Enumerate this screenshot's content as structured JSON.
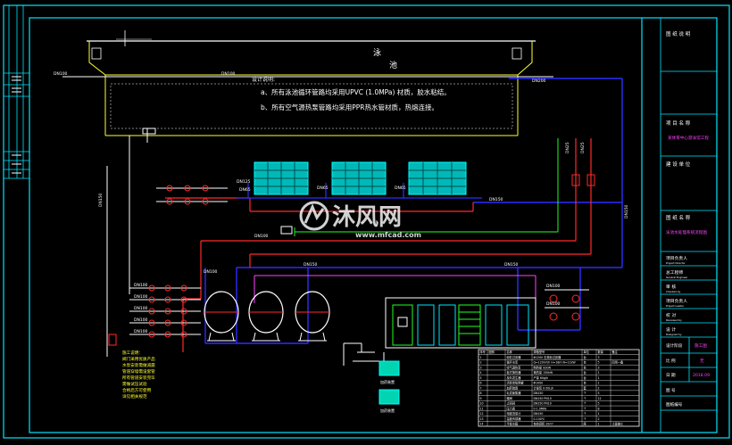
{
  "drawing": {
    "pool_label_1": "泳",
    "pool_label_2": "池",
    "notes_title": "设计说明:",
    "note_a": "a、所有泳池循环管路均采用UPVC (1.0MPa) 材质，胶水粘结。",
    "note_b": "b、所有空气源热泵管路均采用PPR热水管材质，热熔连接。",
    "pipe_labels": {
      "main_top": "DN100",
      "right_top": "DN200",
      "left_vertical": "DN150",
      "heat_pump_header": "DN125",
      "hp_branch_1": "DN65",
      "hp_branch_2": "DN65",
      "hp_branch_3": "DN65",
      "blue_main": "DN150",
      "right_vertical": "DN150",
      "return_mid": "DN100",
      "filter_header": "DN150",
      "filter_header_2": "DN150",
      "left_return": "DN100",
      "pump_branch_1": "DN100",
      "pump_branch_2": "DN100",
      "pump_branch_3": "DN100",
      "pump_branch_4": "DN100",
      "pump_branch_5": "DN100",
      "lower_right_1": "DN100",
      "lower_right_2": "DN100",
      "inlet_left": "DN100",
      "small_a": "DN25",
      "small_b": "DN25"
    },
    "left_notes": [
      "施工说明：",
      "阀门采用优质产品",
      "水泵安装需做减震",
      "管道穿墙需设套管",
      "所有管道安装完毕",
      "需做试压试验",
      "合格后方可使用",
      "详见相关规范"
    ],
    "tank_label_1": "加药装置",
    "tank_label_2": "加药装置",
    "colors": {
      "frame": "#00e5ff",
      "pipe_blue": "#2d2dff",
      "pipe_red": "#ff2a2a",
      "heat_pump": "#00d4d4",
      "green": "#22ff22",
      "magenta": "#ff44ff",
      "yellow": "#ffff33",
      "white": "#ffffff"
    }
  },
  "title_block": {
    "header_cn": "图 纸 说 明",
    "project_name_label": "项 目 名 称",
    "project_name_value": "某体育中心游泳馆工程",
    "client_label": "建 设 单 位",
    "drawing_label": "图 纸 名 称",
    "drawing_value": "泳池水处理系统流程图",
    "rows": [
      {
        "cn": "项目负责人",
        "en": "Project Director"
      },
      {
        "cn": "总工程师",
        "en": "General Engineer"
      },
      {
        "cn": "审  核",
        "en": "Checked by"
      },
      {
        "cn": "项目负责人",
        "en": "Project Leader"
      },
      {
        "cn": "校  对",
        "en": "Reviewed by"
      },
      {
        "cn": "设  计",
        "en": "Designed by"
      }
    ],
    "phase_label": "设计阶段",
    "phase_value": "施工图",
    "scale_label": "比  例",
    "scale_value": "无",
    "date_label": "日  期",
    "date_value": "2018.09",
    "sheet_label": "图  号",
    "number_label": "图纸编号"
  },
  "watermark": {
    "brand": "沐风网",
    "url": "www.mfcad.com"
  },
  "legend_table": {
    "headers": [
      "序号",
      "图例",
      "名称",
      "规格型号",
      "单位",
      "数量",
      "备注"
    ],
    "rows": [
      [
        "1",
        "",
        "砂缸过滤器",
        "Φ1200 石英砂过滤器",
        "台",
        "3",
        ""
      ],
      [
        "2",
        "",
        "循环水泵",
        "Q=120m³/h H=18m N=11kW",
        "台",
        "5",
        "四用一备"
      ],
      [
        "3",
        "",
        "空气源热泵",
        "制热量 92kW",
        "台",
        "3",
        ""
      ],
      [
        "4",
        "",
        "板式换热器",
        "换热量 150kW",
        "台",
        "1",
        ""
      ],
      [
        "5",
        "",
        "臭氧发生器",
        "产量 60g/h",
        "台",
        "1",
        ""
      ],
      [
        "6",
        "",
        "活性炭吸附罐",
        "Φ1000",
        "台",
        "1",
        ""
      ],
      [
        "7",
        "",
        "加药装置",
        "计量泵 0-50L/h",
        "套",
        "2",
        ""
      ],
      [
        "8",
        "",
        "毛发聚集器",
        "DN150",
        "个",
        "5",
        ""
      ],
      [
        "9",
        "",
        "蝶阀",
        "DN150 PN10",
        "个",
        "12",
        ""
      ],
      [
        "10",
        "",
        "止回阀",
        "DN150 PN10",
        "个",
        "5",
        ""
      ],
      [
        "11",
        "",
        "压力表",
        "0-1.0MPa",
        "个",
        "8",
        ""
      ],
      [
        "12",
        "",
        "电磁流量计",
        "DN150",
        "个",
        "1",
        ""
      ],
      [
        "13",
        "",
        "温度传感器",
        "0-100℃",
        "个",
        "2",
        ""
      ],
      [
        "14",
        "",
        "平衡水箱",
        "有效容积 20m³",
        "座",
        "1",
        "土建施工"
      ]
    ]
  }
}
